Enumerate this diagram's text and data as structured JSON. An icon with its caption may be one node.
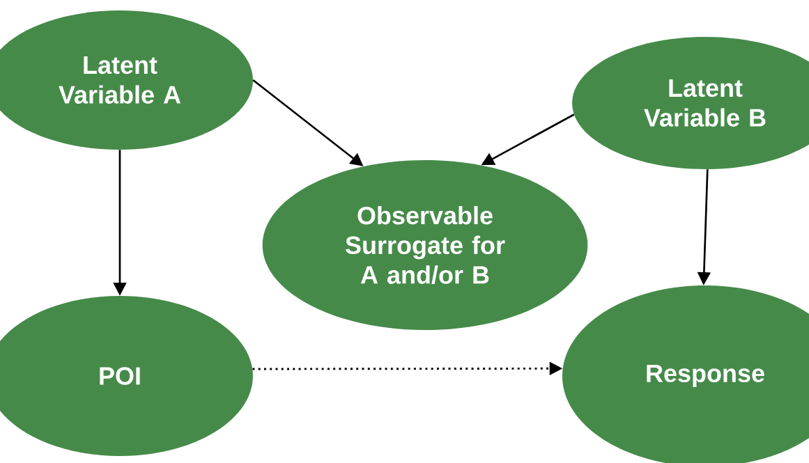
{
  "diagram": {
    "nodes": [
      {
        "text": [
          "Latent Variable A"
        ]
      },
      {
        "text": [
          "Latent Variable B"
        ]
      },
      {
        "text": [
          "Observable Surrogate for A and/or B"
        ]
      },
      {
        "text": [
          "POI"
        ]
      },
      {
        "text": [
          "Response"
        ]
      }
    ],
    "edges": [
      {
        "from": 0,
        "to": 2,
        "arrow": "to"
      },
      {
        "from": 1,
        "to": 2,
        "arrow": "to"
      },
      {
        "from": 0,
        "to": 3,
        "arrow": "to"
      },
      {
        "from": 1,
        "to": 4,
        "arrow": "to"
      },
      {
        "from": 3,
        "to": 4,
        "arrow": "to",
        "style": "dashed"
      }
    ]
  }
}
